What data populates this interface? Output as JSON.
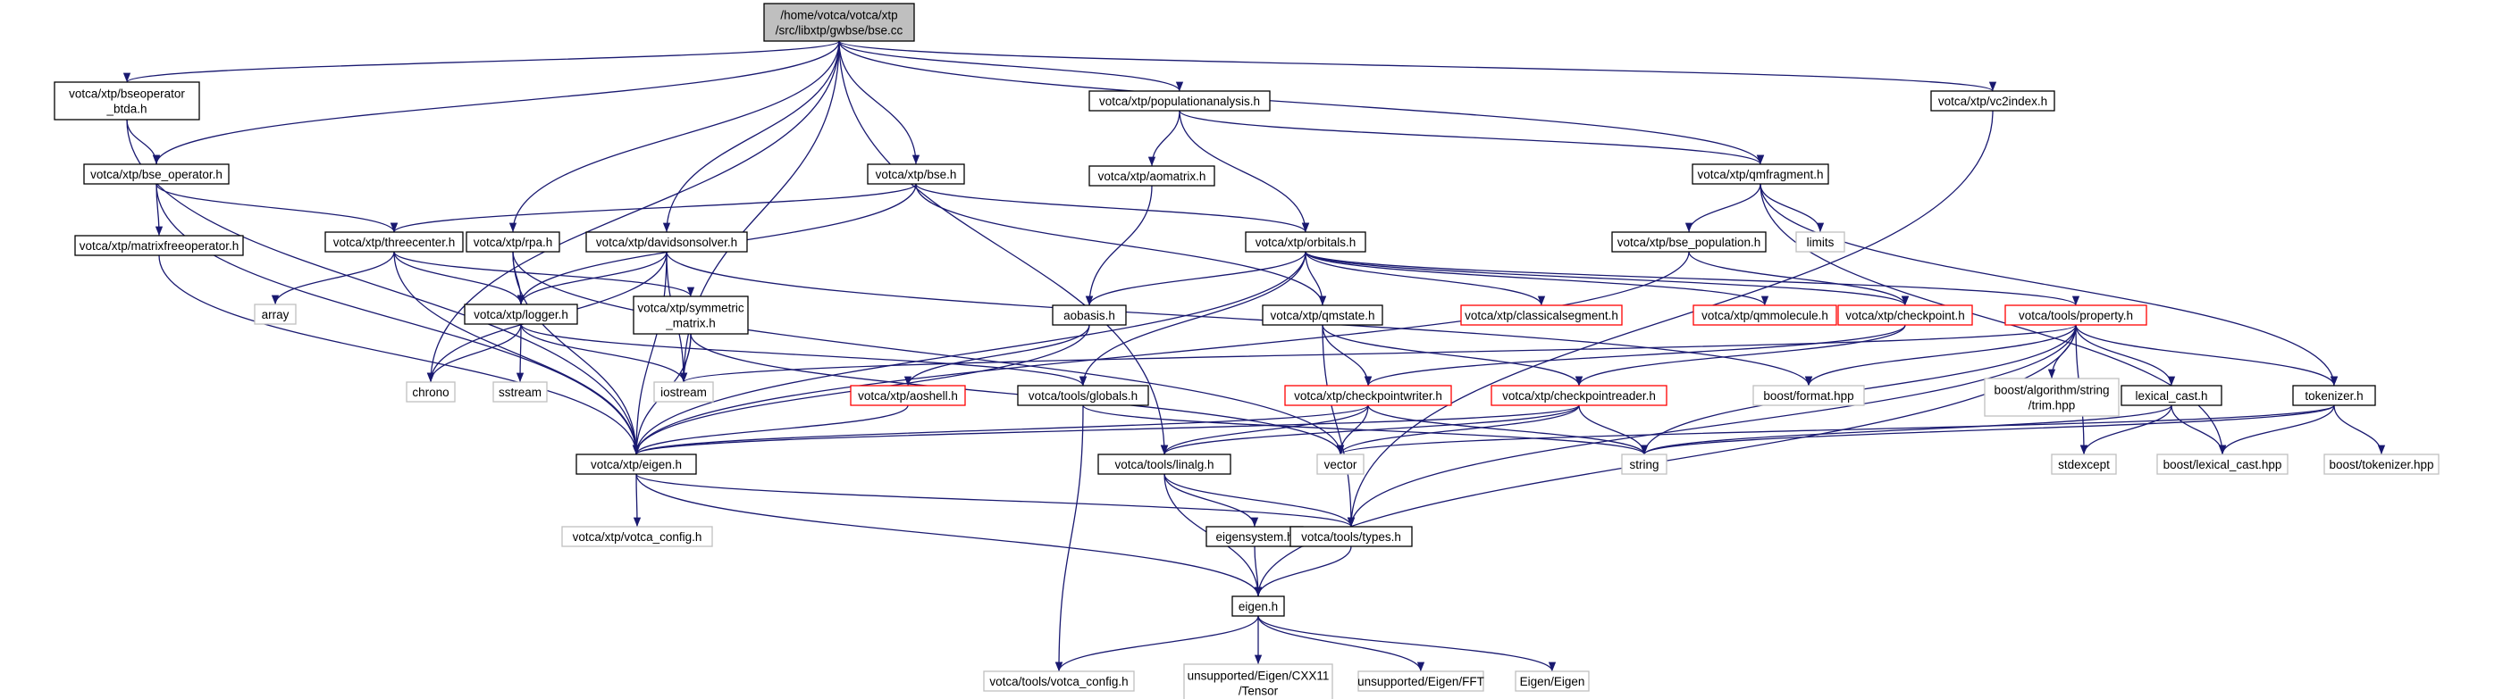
{
  "graph": {
    "nodes": [
      {
        "id": "root",
        "lines": [
          "/home/votca/votca/xtp",
          "/src/libxtp/gwbse/bse.cc"
        ],
        "style": "root"
      },
      {
        "id": "bseop_btda",
        "lines": [
          "votca/xtp/bseoperator",
          "_btda.h"
        ],
        "style": "normal"
      },
      {
        "id": "bse_operator",
        "lines": [
          "votca/xtp/bse_operator.h"
        ],
        "style": "normal"
      },
      {
        "id": "matrixfree",
        "lines": [
          "votca/xtp/matrixfreeoperator.h"
        ],
        "style": "normal"
      },
      {
        "id": "threecenter",
        "lines": [
          "votca/xtp/threecenter.h"
        ],
        "style": "normal"
      },
      {
        "id": "rpa",
        "lines": [
          "votca/xtp/rpa.h"
        ],
        "style": "normal"
      },
      {
        "id": "davidson",
        "lines": [
          "votca/xtp/davidsonsolver.h"
        ],
        "style": "normal"
      },
      {
        "id": "bse_h",
        "lines": [
          "votca/xtp/bse.h"
        ],
        "style": "normal"
      },
      {
        "id": "popanalysis",
        "lines": [
          "votca/xtp/populationanalysis.h"
        ],
        "style": "normal"
      },
      {
        "id": "aomatrix",
        "lines": [
          "votca/xtp/aomatrix.h"
        ],
        "style": "normal"
      },
      {
        "id": "orbitals",
        "lines": [
          "votca/xtp/orbitals.h"
        ],
        "style": "normal"
      },
      {
        "id": "qmfragment",
        "lines": [
          "votca/xtp/qmfragment.h"
        ],
        "style": "normal"
      },
      {
        "id": "vc2index",
        "lines": [
          "votca/xtp/vc2index.h"
        ],
        "style": "normal"
      },
      {
        "id": "limits",
        "lines": [
          "limits"
        ],
        "style": "external"
      },
      {
        "id": "bse_population",
        "lines": [
          "votca/xtp/bse_population.h"
        ],
        "style": "normal"
      },
      {
        "id": "array",
        "lines": [
          "array"
        ],
        "style": "external"
      },
      {
        "id": "logger",
        "lines": [
          "votca/xtp/logger.h"
        ],
        "style": "normal"
      },
      {
        "id": "symmetric",
        "lines": [
          "votca/xtp/symmetric",
          "_matrix.h"
        ],
        "style": "normal"
      },
      {
        "id": "aobasis",
        "lines": [
          "aobasis.h"
        ],
        "style": "normal"
      },
      {
        "id": "qmstate",
        "lines": [
          "votca/xtp/qmstate.h"
        ],
        "style": "normal"
      },
      {
        "id": "classicalseg",
        "lines": [
          "votca/xtp/classicalsegment.h"
        ],
        "style": "truncated"
      },
      {
        "id": "qmmolecule",
        "lines": [
          "votca/xtp/qmmolecule.h"
        ],
        "style": "truncated"
      },
      {
        "id": "checkpoint",
        "lines": [
          "votca/xtp/checkpoint.h"
        ],
        "style": "truncated"
      },
      {
        "id": "property",
        "lines": [
          "votca/tools/property.h"
        ],
        "style": "truncated"
      },
      {
        "id": "chrono",
        "lines": [
          "chrono"
        ],
        "style": "external"
      },
      {
        "id": "sstream",
        "lines": [
          "sstream"
        ],
        "style": "external"
      },
      {
        "id": "iostream",
        "lines": [
          "iostream"
        ],
        "style": "external"
      },
      {
        "id": "aoshell",
        "lines": [
          "votca/xtp/aoshell.h"
        ],
        "style": "truncated"
      },
      {
        "id": "globals",
        "lines": [
          "votca/tools/globals.h"
        ],
        "style": "normal"
      },
      {
        "id": "cpwriter",
        "lines": [
          "votca/xtp/checkpointwriter.h"
        ],
        "style": "truncated"
      },
      {
        "id": "cpreader",
        "lines": [
          "votca/xtp/checkpointreader.h"
        ],
        "style": "truncated"
      },
      {
        "id": "boostformat",
        "lines": [
          "boost/format.hpp"
        ],
        "style": "external"
      },
      {
        "id": "trim",
        "lines": [
          "boost/algorithm/string",
          "/trim.hpp"
        ],
        "style": "external"
      },
      {
        "id": "lexical",
        "lines": [
          "lexical_cast.h"
        ],
        "style": "normal"
      },
      {
        "id": "tokenizer",
        "lines": [
          "tokenizer.h"
        ],
        "style": "normal"
      },
      {
        "id": "eigen_h_xtp",
        "lines": [
          "votca/xtp/eigen.h"
        ],
        "style": "normal"
      },
      {
        "id": "vector",
        "lines": [
          "vector"
        ],
        "style": "external"
      },
      {
        "id": "linalg",
        "lines": [
          "votca/tools/linalg.h"
        ],
        "style": "normal"
      },
      {
        "id": "string",
        "lines": [
          "string"
        ],
        "style": "external"
      },
      {
        "id": "stdexcept",
        "lines": [
          "stdexcept"
        ],
        "style": "external"
      },
      {
        "id": "boostlexical",
        "lines": [
          "boost/lexical_cast.hpp"
        ],
        "style": "external"
      },
      {
        "id": "boosttok",
        "lines": [
          "boost/tokenizer.hpp"
        ],
        "style": "external"
      },
      {
        "id": "votcaconfig_xtp",
        "lines": [
          "votca/xtp/votca_config.h"
        ],
        "style": "external"
      },
      {
        "id": "eigensystem",
        "lines": [
          "eigensystem.h"
        ],
        "style": "normal"
      },
      {
        "id": "types",
        "lines": [
          "votca/tools/types.h"
        ],
        "style": "normal"
      },
      {
        "id": "eigen_h",
        "lines": [
          "eigen.h"
        ],
        "style": "normal"
      },
      {
        "id": "votcaconfig_tools",
        "lines": [
          "votca/tools/votca_config.h"
        ],
        "style": "external"
      },
      {
        "id": "tensor",
        "lines": [
          "unsupported/Eigen/CXX11",
          "/Tensor"
        ],
        "style": "external"
      },
      {
        "id": "fft",
        "lines": [
          "unsupported/Eigen/FFT"
        ],
        "style": "external"
      },
      {
        "id": "eigeneigen",
        "lines": [
          "Eigen/Eigen"
        ],
        "style": "external"
      }
    ],
    "edges": [
      [
        "root",
        "bseop_btda"
      ],
      [
        "root",
        "bse_operator"
      ],
      [
        "root",
        "rpa"
      ],
      [
        "root",
        "davidson"
      ],
      [
        "root",
        "bse_h"
      ],
      [
        "root",
        "popanalysis"
      ],
      [
        "root",
        "qmfragment"
      ],
      [
        "root",
        "vc2index"
      ],
      [
        "root",
        "chrono"
      ],
      [
        "root",
        "iostream"
      ],
      [
        "root",
        "linalg"
      ],
      [
        "bseop_btda",
        "bse_operator"
      ],
      [
        "bseop_btda",
        "eigen_h_xtp"
      ],
      [
        "bse_operator",
        "matrixfree"
      ],
      [
        "bse_operator",
        "threecenter"
      ],
      [
        "bse_operator",
        "eigen_h_xtp"
      ],
      [
        "matrixfree",
        "eigen_h_xtp"
      ],
      [
        "threecenter",
        "array"
      ],
      [
        "threecenter",
        "logger"
      ],
      [
        "threecenter",
        "symmetric"
      ],
      [
        "threecenter",
        "eigen_h_xtp"
      ],
      [
        "rpa",
        "logger"
      ],
      [
        "rpa",
        "eigen_h_xtp"
      ],
      [
        "rpa",
        "vector"
      ],
      [
        "davidson",
        "logger"
      ],
      [
        "davidson",
        "chrono"
      ],
      [
        "davidson",
        "iostream"
      ],
      [
        "davidson",
        "eigen_h_xtp"
      ],
      [
        "davidson",
        "boostformat"
      ],
      [
        "bse_h",
        "threecenter"
      ],
      [
        "bse_h",
        "logger"
      ],
      [
        "bse_h",
        "orbitals"
      ],
      [
        "bse_h",
        "qmstate"
      ],
      [
        "popanalysis",
        "aomatrix"
      ],
      [
        "popanalysis",
        "orbitals"
      ],
      [
        "popanalysis",
        "qmfragment"
      ],
      [
        "aomatrix",
        "aobasis"
      ],
      [
        "orbitals",
        "aobasis"
      ],
      [
        "orbitals",
        "qmstate"
      ],
      [
        "orbitals",
        "classicalseg"
      ],
      [
        "orbitals",
        "qmmolecule"
      ],
      [
        "orbitals",
        "checkpoint"
      ],
      [
        "orbitals",
        "property"
      ],
      [
        "orbitals",
        "globals"
      ],
      [
        "orbitals",
        "eigen_h_xtp"
      ],
      [
        "qmfragment",
        "limits"
      ],
      [
        "qmfragment",
        "bse_population"
      ],
      [
        "qmfragment",
        "tokenizer"
      ],
      [
        "qmfragment",
        "boostlexical"
      ],
      [
        "bse_population",
        "checkpoint"
      ],
      [
        "bse_population",
        "eigen_h_xtp"
      ],
      [
        "logger",
        "chrono"
      ],
      [
        "logger",
        "sstream"
      ],
      [
        "logger",
        "iostream"
      ],
      [
        "logger",
        "globals"
      ],
      [
        "symmetric",
        "iostream"
      ],
      [
        "symmetric",
        "eigen_h_xtp"
      ],
      [
        "symmetric",
        "vector"
      ],
      [
        "aobasis",
        "aoshell"
      ],
      [
        "aobasis",
        "eigen_h_xtp"
      ],
      [
        "qmstate",
        "cpwriter"
      ],
      [
        "qmstate",
        "cpreader"
      ],
      [
        "qmstate",
        "types"
      ],
      [
        "checkpoint",
        "cpwriter"
      ],
      [
        "checkpoint",
        "cpreader"
      ],
      [
        "property",
        "iostream"
      ],
      [
        "property",
        "boostformat"
      ],
      [
        "property",
        "trim"
      ],
      [
        "property",
        "lexical"
      ],
      [
        "property",
        "tokenizer"
      ],
      [
        "property",
        "string"
      ],
      [
        "property",
        "stdexcept"
      ],
      [
        "property",
        "types"
      ],
      [
        "property",
        "eigen_h"
      ],
      [
        "aoshell",
        "eigen_h_xtp"
      ],
      [
        "globals",
        "votcaconfig_tools"
      ],
      [
        "globals",
        "string"
      ],
      [
        "cpwriter",
        "eigen_h_xtp"
      ],
      [
        "cpwriter",
        "linalg"
      ],
      [
        "cpwriter",
        "vector"
      ],
      [
        "cpwriter",
        "string"
      ],
      [
        "cpreader",
        "eigen_h_xtp"
      ],
      [
        "cpreader",
        "linalg"
      ],
      [
        "cpreader",
        "vector"
      ],
      [
        "cpreader",
        "string"
      ],
      [
        "lexical",
        "string"
      ],
      [
        "lexical",
        "stdexcept"
      ],
      [
        "lexical",
        "boostlexical"
      ],
      [
        "tokenizer",
        "vector"
      ],
      [
        "tokenizer",
        "string"
      ],
      [
        "tokenizer",
        "boostlexical"
      ],
      [
        "tokenizer",
        "boosttok"
      ],
      [
        "eigen_h_xtp",
        "votcaconfig_xtp"
      ],
      [
        "eigen_h_xtp",
        "types"
      ],
      [
        "eigen_h_xtp",
        "eigen_h"
      ],
      [
        "linalg",
        "eigensystem"
      ],
      [
        "linalg",
        "types"
      ],
      [
        "linalg",
        "eigen_h"
      ],
      [
        "eigensystem",
        "eigen_h"
      ],
      [
        "types",
        "eigen_h"
      ],
      [
        "eigen_h",
        "votcaconfig_tools"
      ],
      [
        "eigen_h",
        "tensor"
      ],
      [
        "eigen_h",
        "fft"
      ],
      [
        "eigen_h",
        "eigeneigen"
      ],
      [
        "vc2index",
        "types"
      ]
    ]
  },
  "colors": {
    "edge": "#191970",
    "normal_border": "#000000",
    "truncated_border": "#ff0000",
    "external_border": "#bfbfbf",
    "root_fill": "#bfbfbf",
    "node_fill": "#ffffff",
    "external_text": "#7f7f7f"
  }
}
